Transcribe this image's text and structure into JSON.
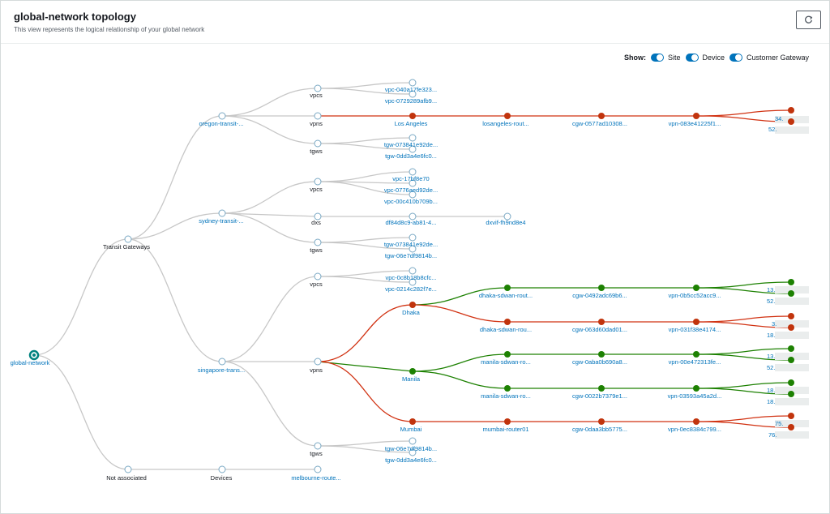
{
  "header": {
    "title": "global-network topology",
    "subtitle": "This view represents the logical relationship of your global network",
    "refresh_icon": "refresh-icon"
  },
  "show": {
    "label": "Show:",
    "toggles": [
      {
        "label": "Site",
        "on": true
      },
      {
        "label": "Device",
        "on": true
      },
      {
        "label": "Customer Gateway",
        "on": true
      }
    ]
  },
  "colors": {
    "accent": "#0073bb",
    "red": "#d13212",
    "green": "#1d8102",
    "edge": "#c7c7c7"
  },
  "tree": {
    "root": "global-network",
    "transit_gateways": "Transit Gateways",
    "not_associated": "Not associated",
    "devices": "Devices",
    "melbourne": "melbourne-route...",
    "oregon": {
      "name": "oregon-transit-...",
      "vpcs": "vpcs",
      "vpns": "vpns",
      "tgws": "tgws",
      "vpc_items": [
        "vpc-040a17fe323...",
        "vpc-0729289afb9..."
      ],
      "tgw_items": [
        "tgw-073841e92de...",
        "tgw-0dd3a4e6fc0..."
      ],
      "vpn_chain": [
        "Los Angeles",
        "losangeles-rout...",
        "cgw-0577ad10308...",
        "vpn-083e41225f1..."
      ],
      "tunnels": [
        "34.",
        "52."
      ]
    },
    "sydney": {
      "name": "sydney-transit-...",
      "vpcs": "vpcs",
      "dxs": "dxs",
      "tgws": "tgws",
      "vpc_items": [
        "vpc-17bf8e70",
        "vpc-0776aed92de...",
        "vpc-00c410b709b..."
      ],
      "dx_items": [
        "df84d8c9-ab81-4...",
        "dxvif-fh9nd8e4"
      ],
      "tgw_items": [
        "tgw-073841e92de...",
        "tgw-06e7df9814b..."
      ]
    },
    "singapore": {
      "name": "singapore-trans...",
      "vpcs": "vpcs",
      "vpns": "vpns",
      "tgws": "tgws",
      "vpc_items": [
        "vpc-0c8b18b8cfc...",
        "vpc-0214c282f7e..."
      ],
      "tgw_items": [
        "tgw-06e7df9814b...",
        "tgw-0dd3a4e6fc0..."
      ],
      "sites": [
        {
          "name": "Dhaka",
          "chains": [
            {
              "device": "dhaka-sdwan-rout...",
              "cgw": "cgw-0492adc69b6...",
              "vpn": "vpn-0b5cc52acc9...",
              "tunnels": [
                "13.",
                "52."
              ]
            },
            {
              "device": "dhaka-sdwan-rou...",
              "cgw": "cgw-063d60dad01...",
              "vpn": "vpn-031f38e4174...",
              "tunnels": [
                "3.",
                "18."
              ]
            }
          ]
        },
        {
          "name": "Manila",
          "chains": [
            {
              "device": "manila-sdwan-ro...",
              "cgw": "cgw-0aba0b690a8...",
              "vpn": "vpn-00e472313fe...",
              "tunnels": [
                "13.",
                "52."
              ]
            },
            {
              "device": "manila-sdwan-ro...",
              "cgw": "cgw-0022b7379e1...",
              "vpn": "vpn-03593a45a2d...",
              "tunnels": [
                "18.",
                "18."
              ]
            }
          ]
        },
        {
          "name": "Mumbai",
          "chains": [
            {
              "device": "mumbai-router01",
              "cgw": "cgw-0daa3bb5775...",
              "vpn": "vpn-0ec8384c799...",
              "tunnels": [
                "75.",
                "76."
              ]
            }
          ]
        }
      ]
    }
  }
}
